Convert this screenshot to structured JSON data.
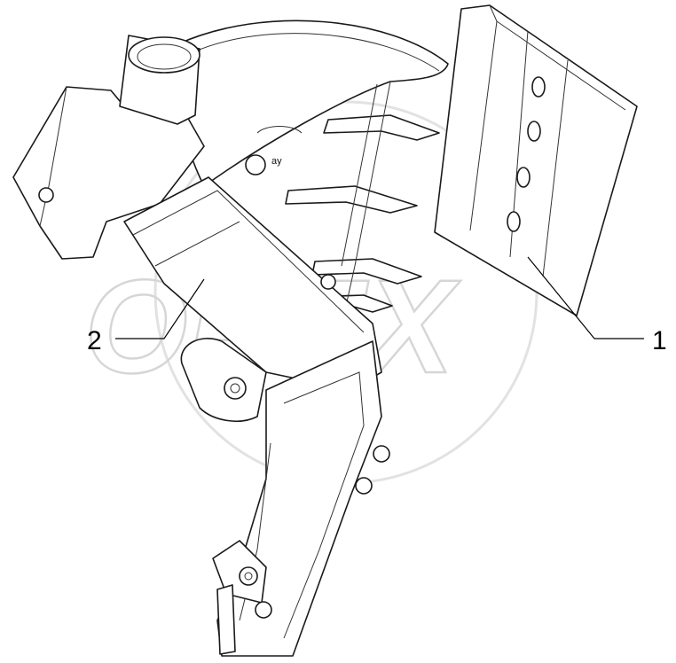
{
  "watermark": {
    "text": "OPEX"
  },
  "parts_labels": {
    "small_tag": "ay"
  },
  "callouts": [
    {
      "number": "1",
      "part": "plate"
    },
    {
      "number": "2",
      "part": "arm-assembly"
    }
  ],
  "colors": {
    "line": "#1a1a1a",
    "watermark": "#d6d6d6",
    "background": "#ffffff"
  }
}
